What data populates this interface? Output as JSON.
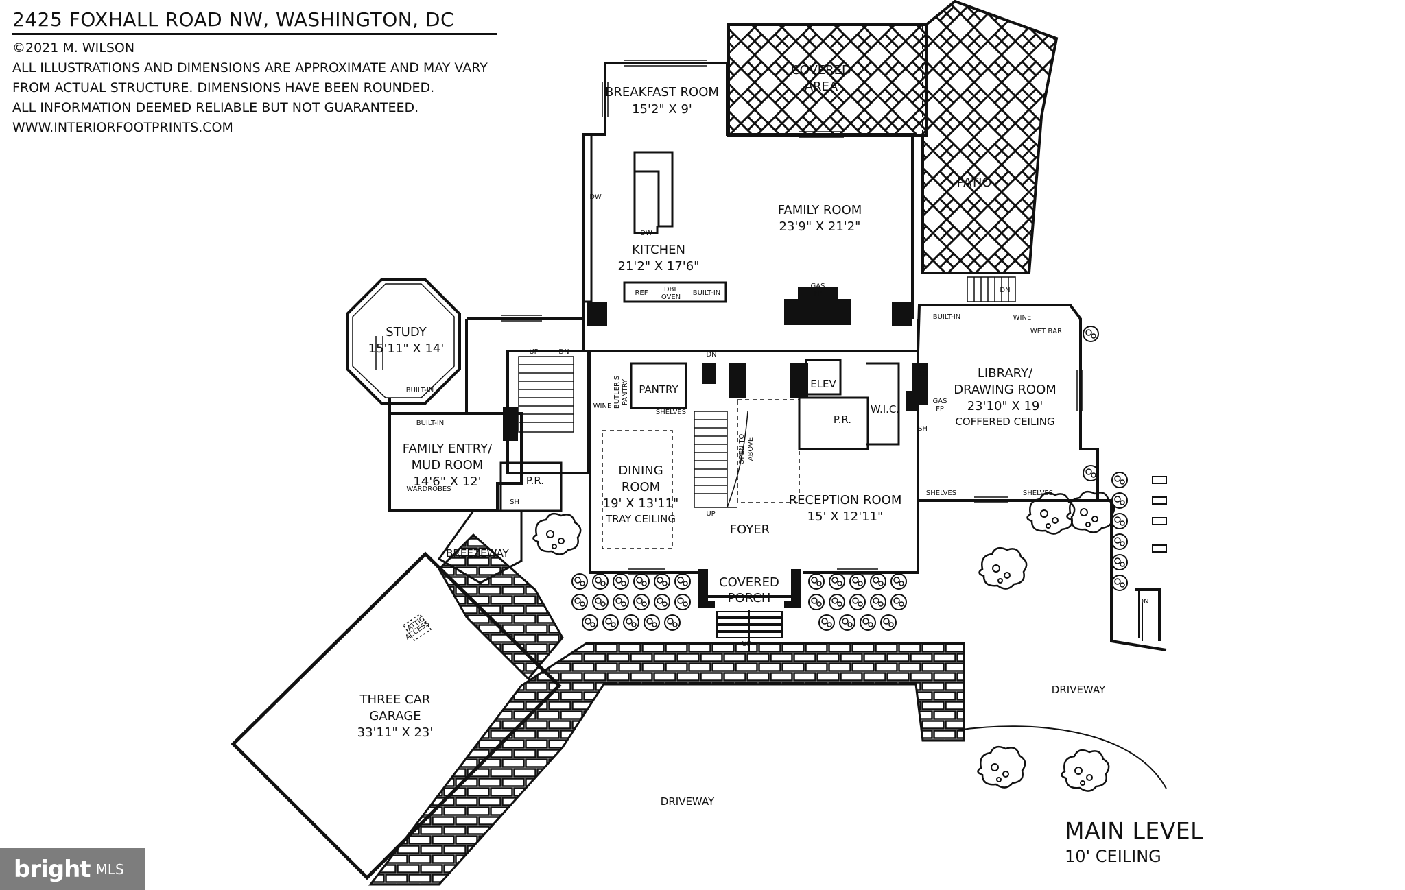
{
  "header": {
    "address": "2425 FOXHALL ROAD NW, WASHINGTON, DC",
    "copyright": "©2021 M. WILSON",
    "disclaimer_lines": [
      "ALL ILLUSTRATIONS AND DIMENSIONS ARE APPROXIMATE AND MAY VARY",
      "FROM ACTUAL STRUCTURE. DIMENSIONS HAVE BEEN ROUNDED.",
      "ALL INFORMATION DEEMED RELIABLE BUT NOT GUARANTEED.",
      "WWW.INTERIORFOOTPRINTS.COM"
    ]
  },
  "rooms": {
    "breakfast": {
      "name": "BREAKFAST ROOM",
      "dims": "15'2\" X 9'"
    },
    "covered_area": {
      "line1": "COVERED",
      "line2": "AREA"
    },
    "family": {
      "name": "FAMILY ROOM",
      "dims": "23'9\" X 21'2\""
    },
    "patio": {
      "name": "PATIO"
    },
    "kitchen": {
      "name": "KITCHEN",
      "dims": "21'2\" X 17'6\""
    },
    "study": {
      "name": "STUDY",
      "dims": "15'11\" X 14'"
    },
    "library": {
      "line1": "LIBRARY/",
      "line2": "DRAWING ROOM",
      "dims": "23'10\" X 19'",
      "note": "COFFERED CEILING"
    },
    "family_entry": {
      "line1": "FAMILY ENTRY/",
      "line2": "MUD ROOM",
      "dims": "14'6\" X 12'"
    },
    "dining": {
      "line1": "DINING",
      "line2": "ROOM",
      "dims": "19' X 13'11\"",
      "note": "TRAY CEILING"
    },
    "reception": {
      "name": "RECEPTION ROOM",
      "dims": "15' X 12'11\""
    },
    "foyer": {
      "name": "FOYER"
    },
    "covered_porch": {
      "line1": "COVERED",
      "line2": "PORCH"
    },
    "breezeway": {
      "name": "BREEZEWAY"
    },
    "garage": {
      "line1": "THREE CAR",
      "line2": "GARAGE",
      "dims": "33'11\" X 23'"
    },
    "driveway_right": {
      "name": "DRIVEWAY"
    },
    "driveway_main": {
      "name": "DRIVEWAY"
    },
    "pantry": {
      "name": "PANTRY"
    },
    "butlers_pantry": {
      "line1": "BUTLER'S",
      "line2": "PANTRY"
    },
    "elev": {
      "name": "ELEV"
    },
    "wic": {
      "name": "W.I.C."
    },
    "pr_center": {
      "name": "P.R."
    },
    "pr_left": {
      "name": "P.R."
    },
    "wet_bar": {
      "name": "WET BAR"
    }
  },
  "fixtures": {
    "ref": "REF",
    "dbl": "DBL",
    "oven": "OVEN",
    "built_in": "BUILT-IN",
    "dw": "DW",
    "gas": "GAS",
    "fp": "FP",
    "up": "UP",
    "dn": "DN",
    "wine": "WINE",
    "shelves": "SHELVES",
    "sh": "SH",
    "wardrobes": "WARDROBES",
    "open_to": "OPEN TO",
    "above": "ABOVE",
    "attic": "ATTIC",
    "access": "ACCESS"
  },
  "level": {
    "name": "MAIN LEVEL",
    "ceiling": "10' CEILING"
  },
  "badge": {
    "brand": "bright",
    "suffix": "MLS"
  }
}
